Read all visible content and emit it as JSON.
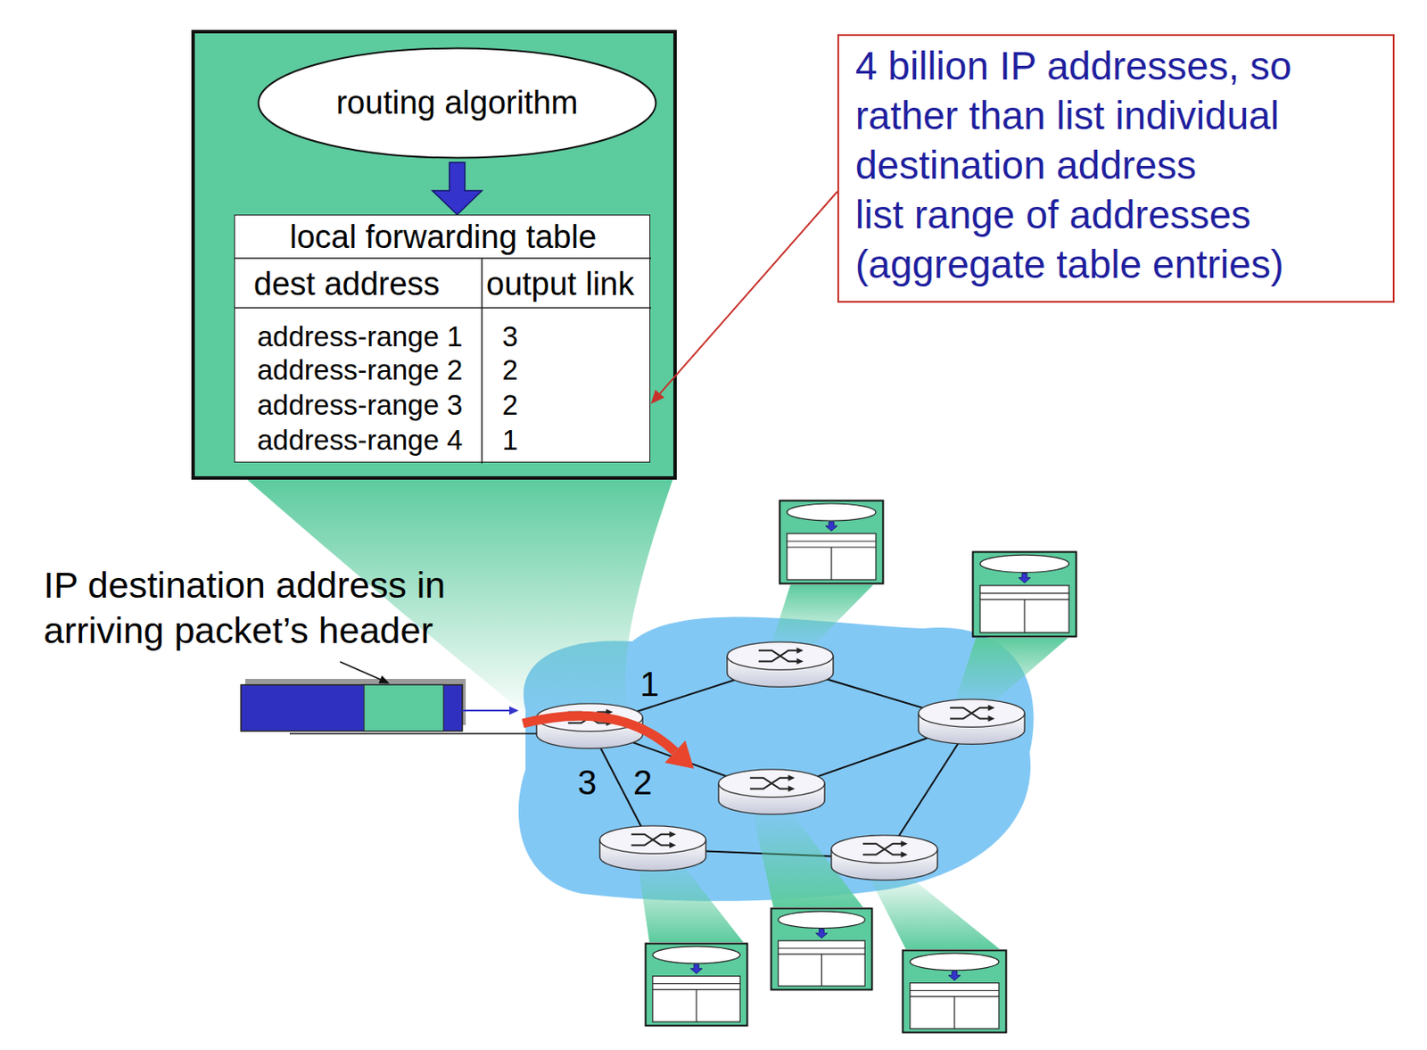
{
  "diagram": {
    "nodes": [
      {
        "text": [
          "routing algorithm"
        ]
      },
      {
        "text": [
          "local forwarding table",
          "dest address",
          "output link",
          "address-range 1",
          "3",
          "address-range 2",
          "2",
          "address-range 3",
          "2",
          "address-range 4",
          "1"
        ]
      },
      {
        "text": [
          "4 billion IP addresses, so rather than list individual destination address",
          "list range of addresses (aggregate table entries)"
        ]
      }
    ],
    "edges": [
      {
        "from": 0,
        "to": 1,
        "arrow": "to"
      },
      {
        "from": 2,
        "to": 1,
        "arrow": "to"
      }
    ],
    "labels": [
      "IP destination address in arriving packet’s header",
      "1",
      "3",
      "2"
    ]
  }
}
